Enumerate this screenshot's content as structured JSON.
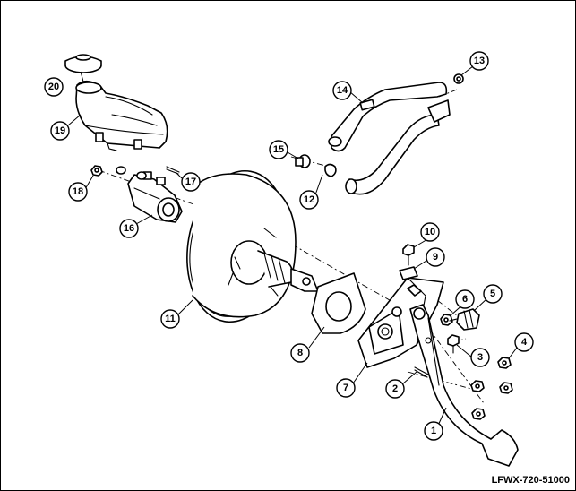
{
  "diagram": {
    "reference_code": "LFWX-720-51000",
    "callouts": [
      {
        "id": "1"
      },
      {
        "id": "2"
      },
      {
        "id": "3"
      },
      {
        "id": "4"
      },
      {
        "id": "5"
      },
      {
        "id": "6"
      },
      {
        "id": "7"
      },
      {
        "id": "8"
      },
      {
        "id": "9"
      },
      {
        "id": "10"
      },
      {
        "id": "11"
      },
      {
        "id": "12"
      },
      {
        "id": "13"
      },
      {
        "id": "14"
      },
      {
        "id": "15"
      },
      {
        "id": "16"
      },
      {
        "id": "17"
      },
      {
        "id": "18"
      },
      {
        "id": "19"
      },
      {
        "id": "20"
      }
    ]
  }
}
